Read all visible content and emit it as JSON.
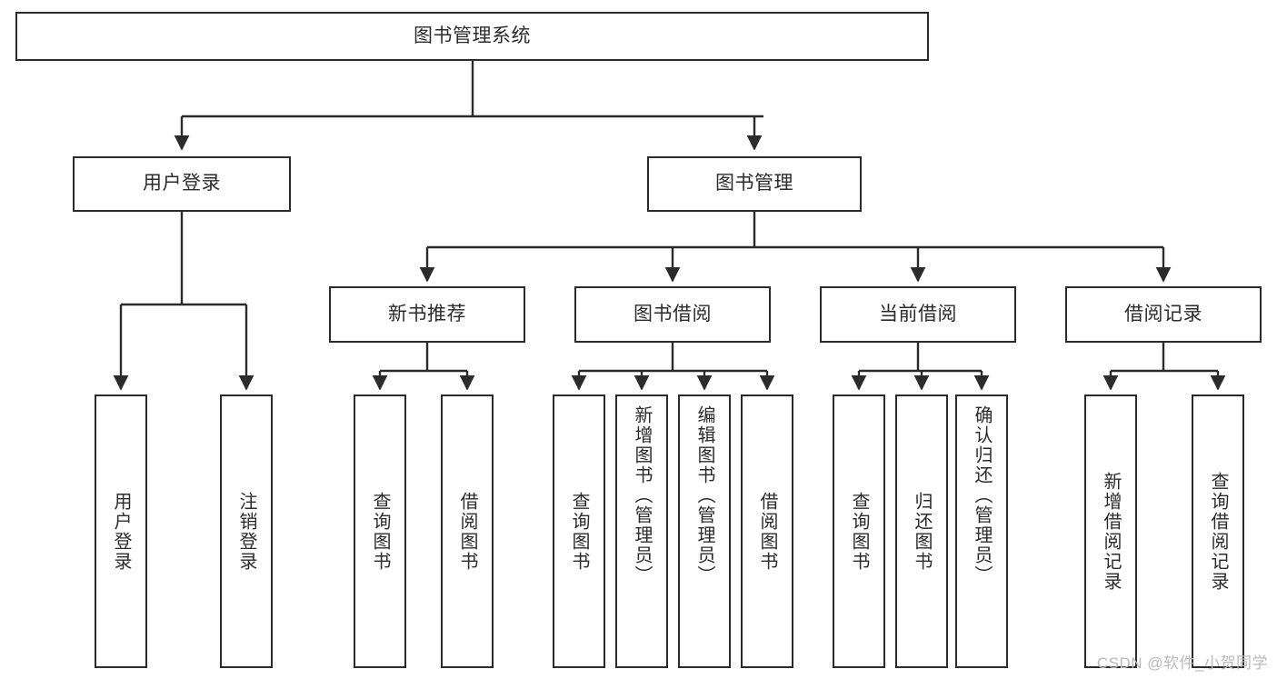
{
  "diagram": {
    "type": "tree-hierarchy-chart",
    "title": "图书管理系统",
    "background_color": "#ffffff",
    "line_color": "#2b2b2b",
    "text_color": "#2b2b2b",
    "root": {
      "label": "图书管理系统"
    },
    "level2": [
      {
        "id": "user-login",
        "label": "用户登录"
      },
      {
        "id": "book-management",
        "label": "图书管理"
      }
    ],
    "level3": [
      {
        "id": "new-book-recommend",
        "label": "新书推荐"
      },
      {
        "id": "book-borrow",
        "label": "图书借阅"
      },
      {
        "id": "current-borrow",
        "label": "当前借阅"
      },
      {
        "id": "borrow-record",
        "label": "借阅记录"
      }
    ],
    "leaves": {
      "user_login": [
        {
          "id": "leaf-user-login",
          "label": "用户登录"
        },
        {
          "id": "leaf-logout-login",
          "label": "注销登录"
        }
      ],
      "new_book_recommend": [
        {
          "id": "leaf-query-book-1",
          "label": "查询图书"
        },
        {
          "id": "leaf-borrow-book-1",
          "label": "借阅图书"
        }
      ],
      "book_borrow": [
        {
          "id": "leaf-query-book-2",
          "label": "查询图书"
        },
        {
          "id": "leaf-add-book",
          "label": "新增图书（管理员）"
        },
        {
          "id": "leaf-edit-book",
          "label": "编辑图书（管理员）"
        },
        {
          "id": "leaf-borrow-book-2",
          "label": "借阅图书"
        }
      ],
      "current_borrow": [
        {
          "id": "leaf-query-book-3",
          "label": "查询图书"
        },
        {
          "id": "leaf-return-book",
          "label": "归还图书"
        },
        {
          "id": "leaf-confirm-return",
          "label": "确认归还（管理员）"
        }
      ],
      "borrow_record": [
        {
          "id": "leaf-add-record",
          "label": "新增借阅记录"
        },
        {
          "id": "leaf-query-record",
          "label": "查询借阅记录"
        }
      ]
    }
  },
  "watermark": {
    "text": "CSDN @软件_小贺同学"
  }
}
